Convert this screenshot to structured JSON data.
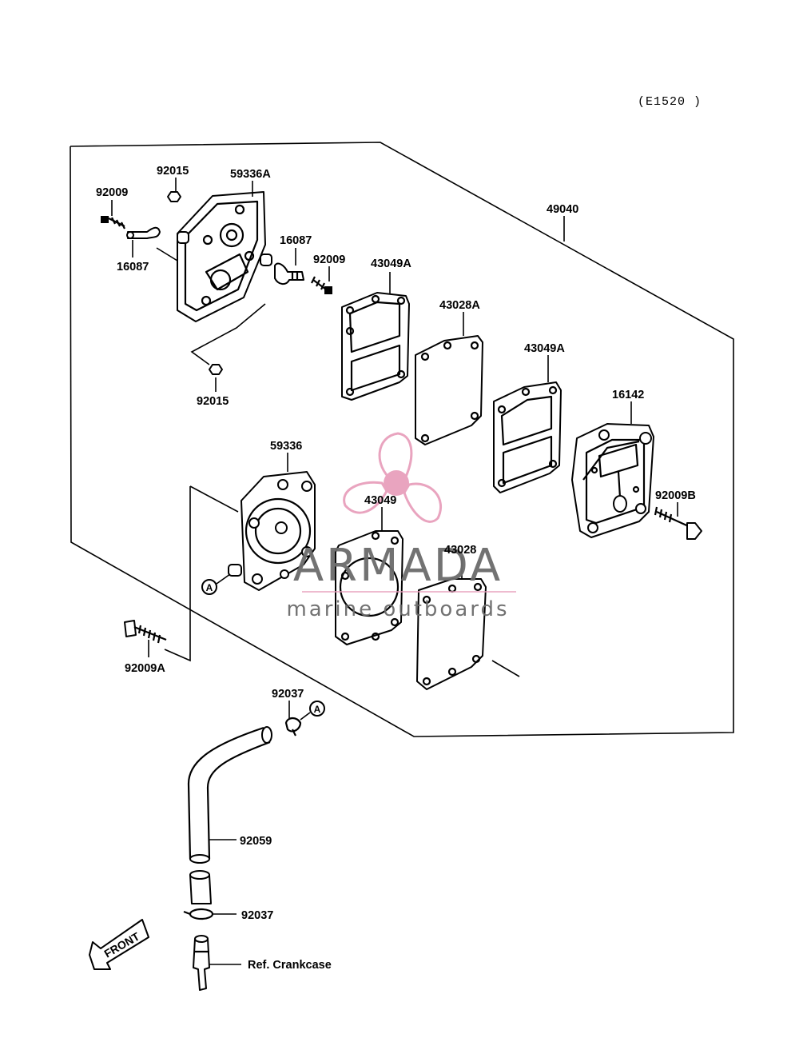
{
  "diagram_code": "(E1520 )",
  "parts": {
    "p92009_a": "92009",
    "p92015_a": "92015",
    "p59336A": "59336A",
    "p16087_a": "16087",
    "p16087_b": "16087",
    "p92009_b": "92009",
    "p49040": "49040",
    "p43049A_a": "43049A",
    "p43028A": "43028A",
    "p43049A_b": "43049A",
    "p92015_b": "92015",
    "p16142": "16142",
    "p59336": "59336",
    "p92009B": "92009B",
    "p43049": "43049",
    "p43028": "43028",
    "p92009A": "92009A",
    "p92037_a": "92037",
    "p92059": "92059",
    "p92037_b": "92037",
    "ref_crankcase": "Ref. Crankcase"
  },
  "markers": {
    "a1": "A",
    "a2": "A"
  },
  "front_arrow": "FRONT",
  "watermark": {
    "brand": "ARMADA",
    "tagline": "marine outboards",
    "color": "#e8a0bc"
  }
}
